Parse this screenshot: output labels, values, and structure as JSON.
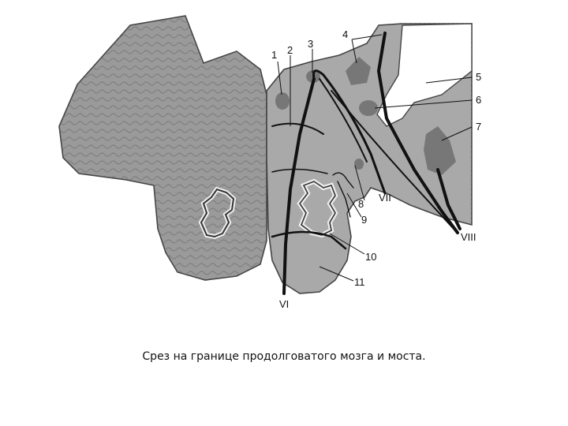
{
  "caption": "Срез на границе продолговатого мозга и моста.",
  "labels": {
    "n1": "1",
    "n2": "2",
    "n3": "3",
    "n4": "4",
    "n5": "5",
    "n6": "6",
    "n7": "7",
    "n8": "8",
    "n9": "9",
    "n10": "10",
    "n11": "11",
    "vi": "VI",
    "vii": "VII",
    "viii": "VIII"
  },
  "colors": {
    "tissue": "#a9a9a9",
    "cerebellum": "#9a9a9a",
    "nucleus": "#777777",
    "fiber": "#111111",
    "background": "#ffffff"
  }
}
